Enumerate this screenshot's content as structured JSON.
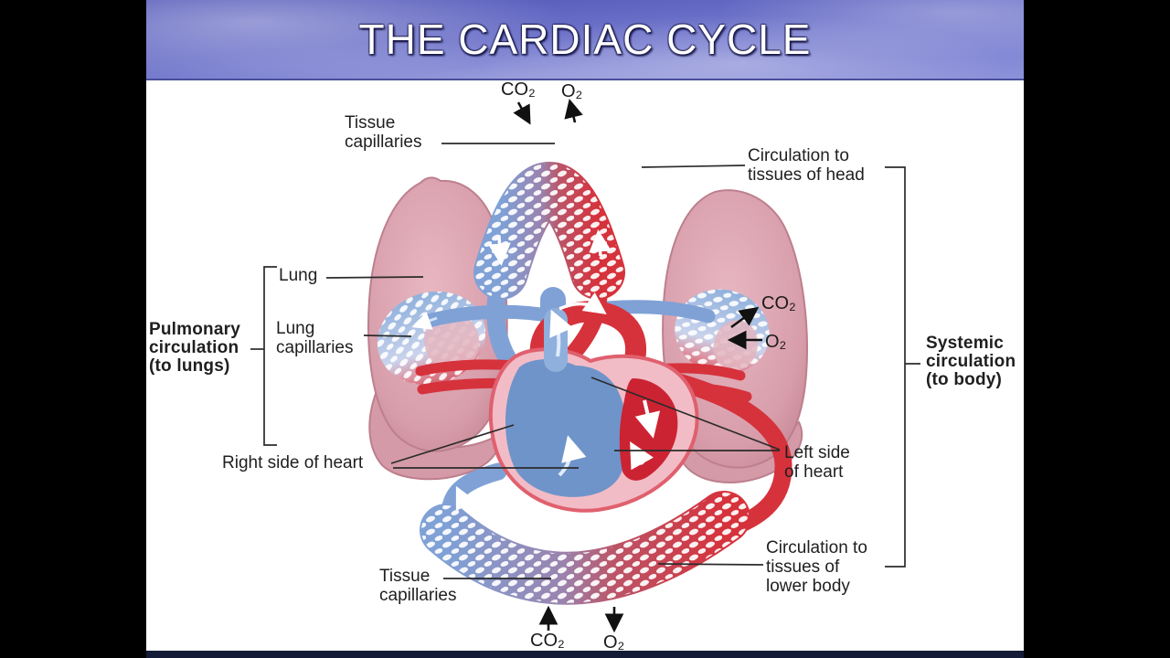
{
  "banner": {
    "title": "THE CARDIAC CYCLE"
  },
  "labels": {
    "tissue_capillaries_top": {
      "line1": "Tissue",
      "line2": "capillaries"
    },
    "circulation_head": {
      "line1": "Circulation to",
      "line2": "tissues of head"
    },
    "lung": "Lung",
    "lung_capillaries": {
      "line1": "Lung",
      "line2": "capillaries"
    },
    "pulmonary_circulation": {
      "line1": "Pulmonary",
      "line2": "circulation",
      "line3": "(to lungs)"
    },
    "systemic_circulation": {
      "line1": "Systemic",
      "line2": "circulation",
      "line3": "(to body)"
    },
    "right_side_heart": "Right side of heart",
    "left_side_heart": {
      "line1": "Left side",
      "line2": "of heart"
    },
    "circulation_lower": {
      "line1": "Circulation to",
      "line2": "tissues of",
      "line3": "lower body"
    },
    "tissue_capillaries_bottom": {
      "line1": "Tissue",
      "line2": "capillaries"
    }
  },
  "gases": {
    "co2": "CO₂",
    "o2": "O₂"
  },
  "colors": {
    "artery_red": "#d6323c",
    "vein_blue": "#7fa1d6",
    "lung_pink": "#d79daa",
    "heart_pink": "#f2bcc6",
    "banner_blue": "#6b70c6",
    "bottom_bar_navy": "#141b36",
    "label_text": "#1f1f1f"
  }
}
